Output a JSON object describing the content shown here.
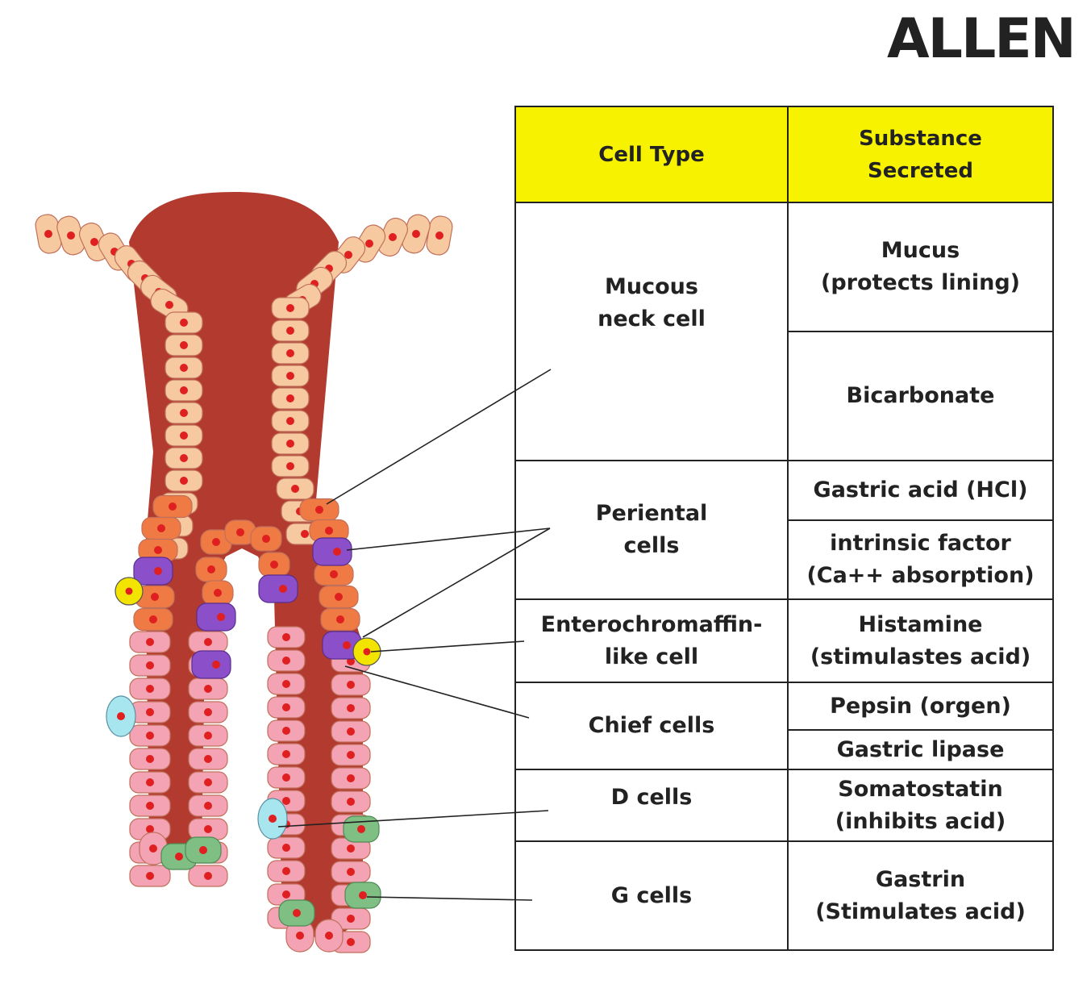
{
  "logo": {
    "text": "ALLEN"
  },
  "table": {
    "header": {
      "cell_type": "Cell Type",
      "substance": "Substance\nSecreted"
    },
    "rows": [
      {
        "cell_type": "Mucous\nneck cell",
        "substances": [
          "Mucus\n(protects lining)",
          "Bicarbonate"
        ]
      },
      {
        "cell_type": "Periental\ncells",
        "substances": [
          "Gastric acid (HCl)",
          "intrinsic factor\n(Ca++ absorption)"
        ]
      },
      {
        "cell_type": "Enterochromaffin-\nlike cell",
        "substances": [
          "Histamine\n(stimulastes acid)"
        ]
      },
      {
        "cell_type": "Chief cells",
        "substances": [
          "Pepsin (orgen)",
          "Gastric lipase"
        ]
      },
      {
        "cell_type": "D cells",
        "substances": [
          "Somatostatin\n(inhibits acid)"
        ]
      },
      {
        "cell_type": "G cells",
        "substances": [
          "Gastrin\n(Stimulates acid)"
        ]
      }
    ]
  },
  "colors": {
    "lumen": "#b23a2e",
    "mucous_cell": "#f7c9a1",
    "parietal_region_cell": "#f07a43",
    "chief_cell": "#f3a3b4",
    "parietal_cell": "#8a4fc9",
    "ecl_cell": "#f3e400",
    "d_cell": "#a7e6ee",
    "g_cell": "#7fbf84",
    "nucleus": "#e02020",
    "header_bg": "#f7f200"
  }
}
